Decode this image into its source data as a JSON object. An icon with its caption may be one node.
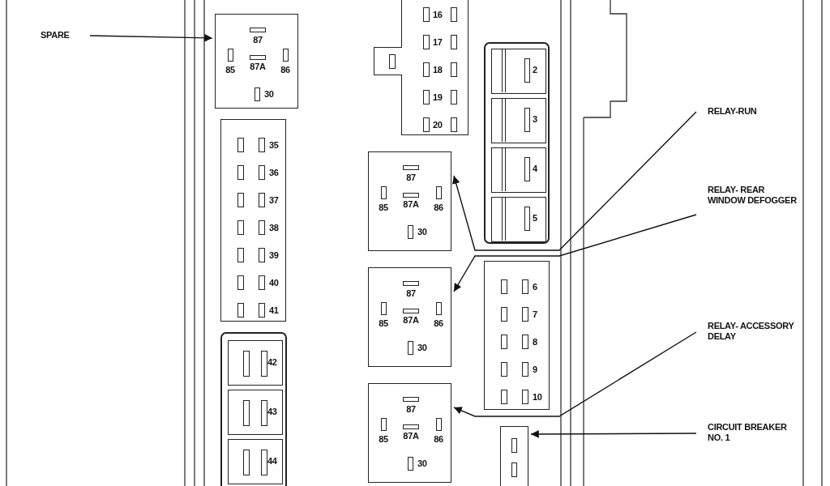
{
  "diagram": {
    "nodes": [
      {
        "text": [
          "SPARE"
        ]
      },
      {
        "text": [
          "87",
          "85",
          "87A",
          "86",
          "30"
        ]
      },
      {
        "text": [
          "16",
          "17",
          "18",
          "19",
          "20"
        ]
      },
      {
        "text": [
          "35",
          "36",
          "37",
          "38",
          "39",
          "40",
          "41"
        ]
      },
      {
        "text": [],
        "shape": "box"
      },
      {
        "text": [
          "2"
        ],
        "in": 4
      },
      {
        "text": [
          "3"
        ],
        "in": 4
      },
      {
        "text": [
          "4"
        ],
        "in": 4
      },
      {
        "text": [
          "5"
        ],
        "in": 4
      },
      {
        "text": [
          "RELAY-RUN"
        ]
      },
      {
        "text": [
          "87",
          "85",
          "87A",
          "86",
          "30"
        ]
      },
      {
        "text": [
          "RELAY- REAR WINDOW DEFOGGER"
        ]
      },
      {
        "text": [
          "6",
          "7",
          "8",
          "9",
          "10"
        ]
      },
      {
        "text": [
          "87",
          "85",
          "87A",
          "86",
          "30"
        ]
      },
      {
        "text": [],
        "shape": "box"
      },
      {
        "text": [
          "42"
        ],
        "in": 14
      },
      {
        "text": [
          "43"
        ],
        "in": 14
      },
      {
        "text": [
          "44"
        ],
        "in": 14
      },
      {
        "text": [
          "RELAY- ACCESSORY DELAY"
        ]
      },
      {
        "text": [
          "87",
          "85",
          "87A",
          "86",
          "30"
        ]
      },
      {
        "text": [
          "CIRCUIT BREAKER NO. 1"
        ]
      },
      {
        "text": [],
        "shape": "box"
      }
    ],
    "edges": [
      {
        "from": 0,
        "to": 1,
        "arrow": "to"
      },
      {
        "from": 9,
        "to": 10,
        "arrow": "to"
      },
      {
        "from": 11,
        "to": 13,
        "arrow": "to"
      },
      {
        "from": 18,
        "to": 19,
        "arrow": "to"
      },
      {
        "from": 20,
        "to": 21,
        "arrow": "to"
      }
    ]
  }
}
